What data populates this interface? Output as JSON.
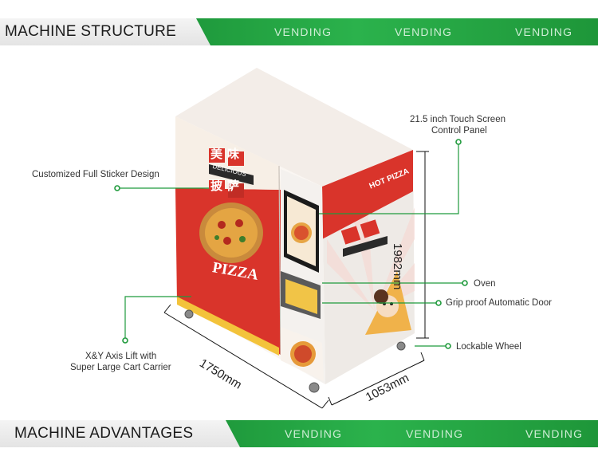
{
  "header": {
    "title": "MACHINE STRUCTURE",
    "tags": [
      "VENDING",
      "VENDING",
      "VENDING"
    ]
  },
  "footer": {
    "title": "MACHINE ADVANTAGES",
    "tags": [
      "VENDING",
      "VENDING",
      "VENDING"
    ]
  },
  "machine": {
    "sticker_cn_top": "美味",
    "sticker_cn_bottom": "披萨",
    "sticker_banner": "DELICIOUS",
    "front_word": "PIZZA",
    "side_word": "HOT PIZZA"
  },
  "callouts": {
    "sticker": "Customized Full Sticker Design",
    "touch_line1": "21.5 inch Touch Screen",
    "touch_line2": "Control Panel",
    "oven": "Oven",
    "door": "Grip proof Automatic Door",
    "wheel": "Lockable Wheel",
    "lift_line1": "X&Y Axis Lift with",
    "lift_line2": "Super Large Cart Carrier"
  },
  "dimensions": {
    "height": "1982mm",
    "width": "1750mm",
    "depth": "1053mm"
  },
  "colors": {
    "accent_green": "#2bb24c",
    "pizza_red": "#d9342b",
    "callout_green": "#1f9a3c"
  }
}
